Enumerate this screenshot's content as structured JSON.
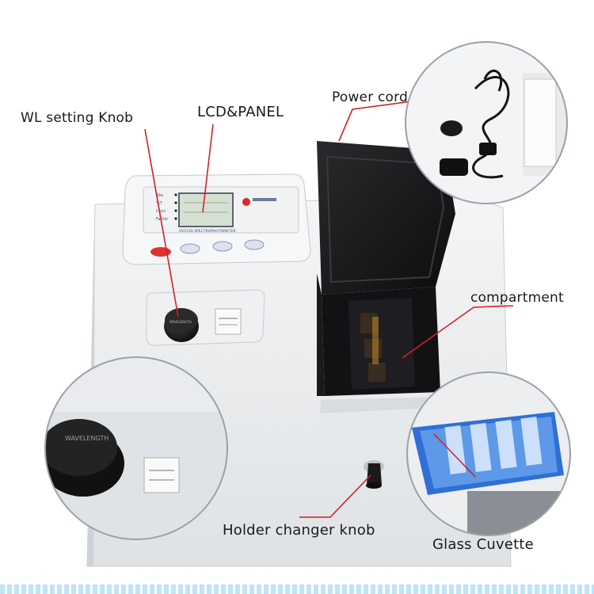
{
  "labels": {
    "wl_knob": "WL setting Knob",
    "lcd_panel": "LCD&PANEL",
    "power_cord": "Power cord",
    "compartment": "compartment",
    "holder_knob": "Holder changer knob",
    "glass_cuvette": "Glass Cuvette"
  },
  "panel_legends": [
    "Abs",
    "%T",
    "Conc",
    "Factor"
  ],
  "model_plate": "UV1100 SPECTROPHOTOMETER",
  "knob_text": "WAVELENGTH",
  "colors": {
    "leader_line": "#d42027",
    "body": "#eceef0",
    "lid": "#1c1c1e",
    "cuvette_case": "#2f6fd6",
    "stripe": "#bfe4f7"
  }
}
